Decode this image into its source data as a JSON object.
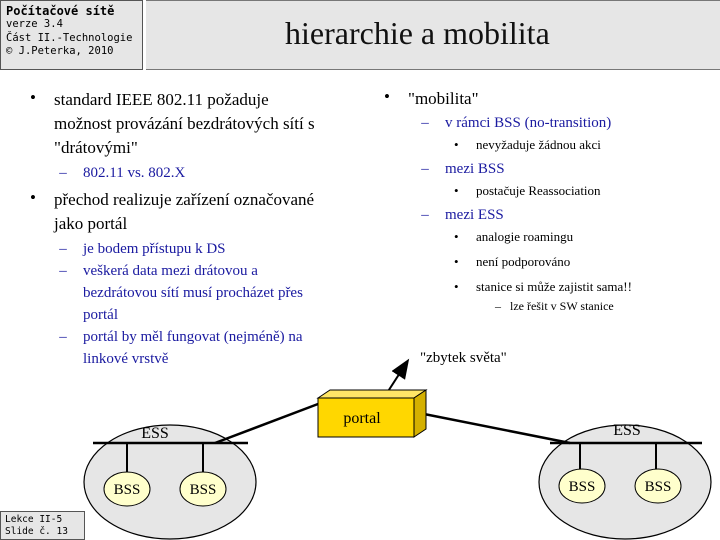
{
  "header": {
    "course": "Počítačové sítě",
    "version": "verze 3.4",
    "part": "Část II.-Technologie",
    "copyright": "© J.Peterka, 2010"
  },
  "title": "hierarchie a mobilita",
  "left_bullets": {
    "b1": [
      "standard IEEE 802.11 požaduje",
      "možnost provázání bezdrátových sítí s",
      "\"drátovými\""
    ],
    "b1_sub": "802.11 vs. 802.X",
    "b2": [
      "přechod realizuje zařízení označované",
      "jako portál"
    ],
    "b2_sub1": "je bodem přístupu k DS",
    "b2_sub2": [
      "veškerá data mezi drátovou a",
      "bezdrátovou sítí musí procházet přes",
      "portál"
    ],
    "b2_sub3": [
      "portál by měl fungovat (nejméně) na",
      "linkové vrstvě"
    ]
  },
  "right_bullets": {
    "main": "\"mobilita\"",
    "s1": "v rámci BSS (no-transition)",
    "s1_detail": "nevyžaduje žádnou akci",
    "s2": "mezi BSS",
    "s2_detail": "postačuje Reassociation",
    "s3": "mezi ESS",
    "s3_d1": "analogie roamingu",
    "s3_d2": "není podporováno",
    "s3_d3": "stanice si může zajistit sama!!",
    "s3_d3_sub": "lze řešit v SW stanice"
  },
  "diagram": {
    "portal_label": "portal",
    "world_label": "\"zbytek světa\"",
    "ess_left": "ESS",
    "ess_right": "ESS",
    "bss": "BSS"
  },
  "footer": {
    "lecture": "Lekce II-5",
    "slide": "Slide č. 13"
  },
  "colors": {
    "background_header": "#e6e6e6",
    "portal_fill": "#ffd700",
    "bss_fill": "#ffffcc",
    "ess_fill": "#e6e6e6",
    "sub_text": "#1a1aa0"
  }
}
